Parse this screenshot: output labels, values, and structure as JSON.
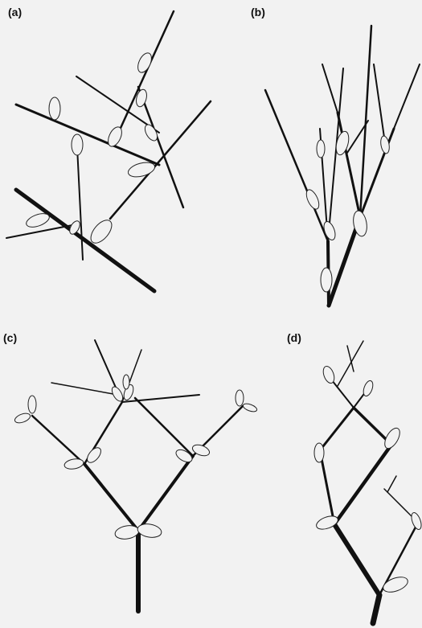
{
  "figure": {
    "panels": [
      {
        "id": "a",
        "label": "(a)"
      },
      {
        "id": "b",
        "label": "(b)"
      },
      {
        "id": "c",
        "label": "(c)"
      },
      {
        "id": "d",
        "label": "(d)"
      }
    ],
    "colors": {
      "background": "#f2f2f2",
      "stroke": "#111111"
    }
  }
}
